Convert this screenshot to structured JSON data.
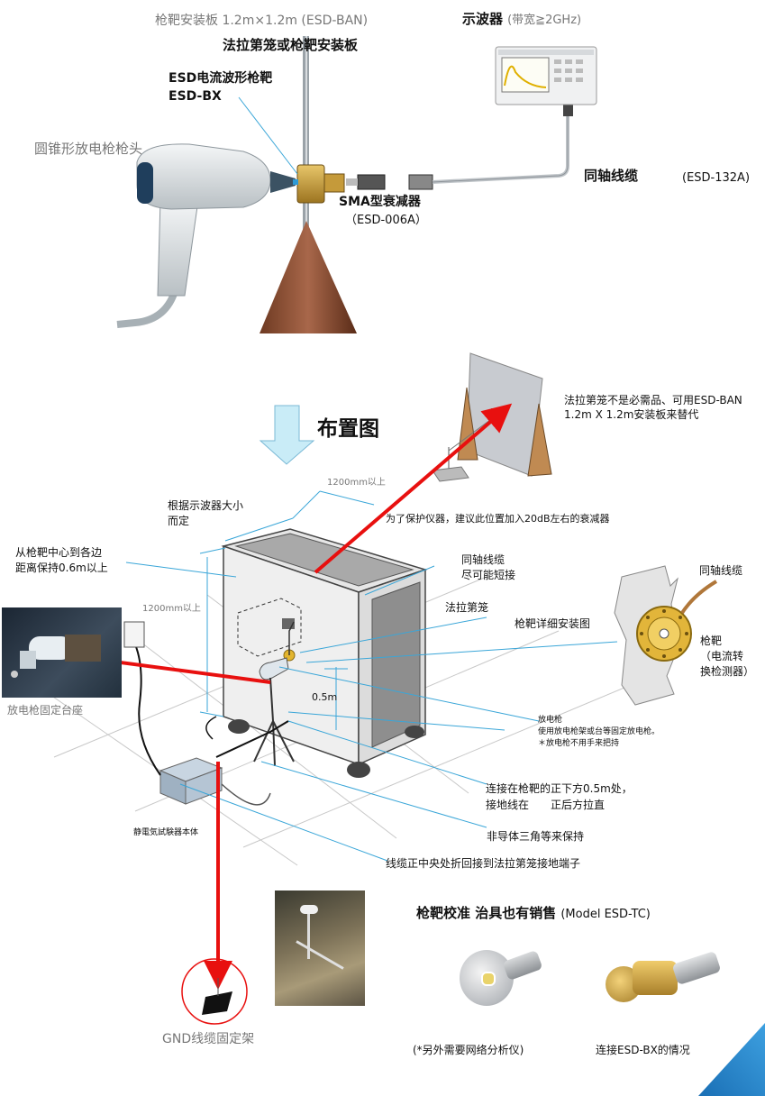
{
  "top": {
    "target_panel": "枪靶安装板 1.2m×1.2m (ESD-BAN)",
    "faraday_or_panel": "法拉第笼或枪靶安装板",
    "oscilloscope": "示波器",
    "oscilloscope_spec": "(带宽≧2GHz)",
    "esd_target_line1": "ESD电流波形枪靶",
    "esd_target_line2": "ESD-BX",
    "gun_head": "圆锥形放电枪枪头",
    "attenuator_line1": "SMA型衰减器",
    "attenuator_line2": "（ESD-006A）",
    "coax_cable": "同轴线缆",
    "coax_model": "(ESD-132A)"
  },
  "layout_title": "布置图",
  "layout": {
    "faraday_note": "法拉第笼不是必需品、可用ESD-BAN 1.2m X 1.2m安装板来替代",
    "dim_1200_top": "1200mm以上",
    "by_scope_size_1": "根据示波器大小",
    "by_scope_size_2": "而定",
    "protect_note": "为了保护仪器，建议此位置加入20dB左右的衰减器",
    "distance_note_1": "从枪靶中心到各边",
    "distance_note_2": "距离保持0.6m以上",
    "coax_short_1": "同轴线缆",
    "coax_short_2": "尽可能短接",
    "faraday_cage": "法拉第笼",
    "dim_1200_side": "1200mm以上",
    "mount_detail": "枪靶详细安装图",
    "detail_coax": "同轴线缆",
    "detail_target_1": "枪靶",
    "detail_target_2": "（电流转",
    "detail_target_3": "换检测器）",
    "dim_05": "0.5m",
    "gun_base": "放电枪固定台座",
    "gun_note_1": "放电枪",
    "gun_note_2": "使用放电枪架或台等固定放电枪。",
    "gun_note_3": "＊放电枪不用手来把持",
    "ground_note_1": "连接在枪靶的正下方0.5m处，",
    "ground_note_2": "接地线在　　正后方拉直",
    "tester_body": "静電気試験器本体",
    "tripod_note": "非导体三角等来保持",
    "cable_fold_note": "线缆正中央处折回接到法拉第笼接地端子",
    "gnd_holder": "GND线缆固定架",
    "calib_title": "枪靶校准 治具也有销售",
    "calib_model": "(Model ESD-TC)",
    "calib_note": "(*另外需要网络分析仪)",
    "calib_bx": "连接ESD-BX的情况"
  },
  "colors": {
    "accent_red": "#e8100f",
    "leader_blue": "#3aa6d8",
    "arrow_cyan": "#c9ecf7",
    "corner_blue": "#1f7fc6"
  }
}
